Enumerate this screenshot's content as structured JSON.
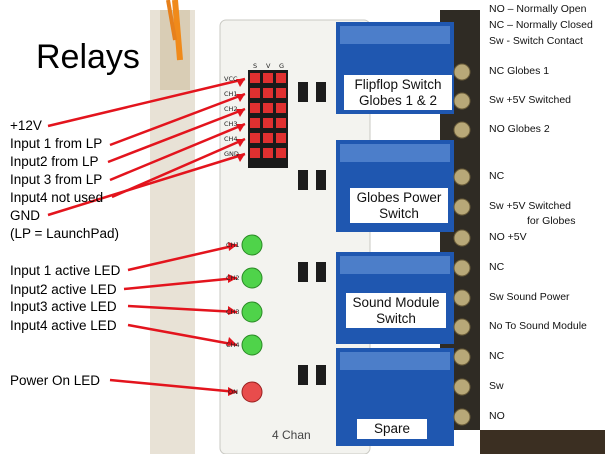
{
  "title": "Relays",
  "left_labels": [
    "+12V",
    "Input 1 from LP",
    "Input2 from LP",
    "Input 3 from LP",
    "Input4 not used",
    "GND",
    "(LP = LaunchPad)"
  ],
  "led_labels": [
    "Input 1 active LED",
    "Input2 active LED",
    "Input3 active LED",
    "Input4 active LED",
    "Power On LED"
  ],
  "legend": [
    "NO – Normally Open",
    "NC – Normally Closed",
    "Sw  - Switch Contact"
  ],
  "terminal_labels": [
    "NC  Globes 1",
    "Sw  +5V Switched",
    "NO  Globes 2",
    "NC",
    "Sw   +5V Switched",
    "for Globes",
    "NO  +5V",
    "NC",
    "Sw  Sound Power",
    "No  To Sound Module",
    "NC",
    "Sw",
    "NO"
  ],
  "relay_boxes": [
    "Flipflop Switch Globes 1 & 2",
    "Globes Power Switch",
    "Sound Module Switch",
    "Spare"
  ],
  "board": {
    "header_pins": [
      "VCC",
      "CH1",
      "CH2",
      "CH3",
      "CH4",
      "GND"
    ],
    "header_cols": [
      "S",
      "V",
      "G"
    ],
    "led_marks": [
      "CH1",
      "CH2",
      "CH3",
      "CH4",
      "ON"
    ],
    "bottom_text": "4 Chan"
  },
  "colors": {
    "arrow": "#e3141d",
    "relay": "#1f57b0",
    "board": "#f2f2ef"
  }
}
